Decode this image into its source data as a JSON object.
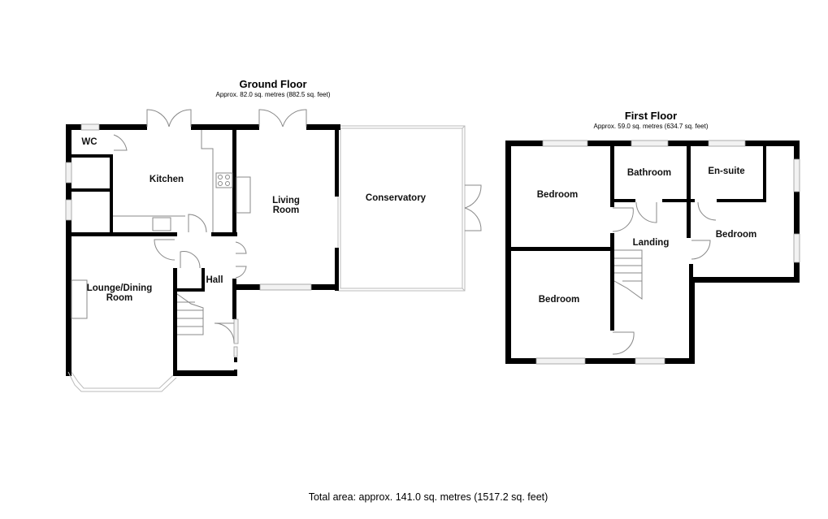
{
  "ground_floor": {
    "title": "Ground Floor",
    "area": "Approx. 82.0 sq. metres (882.5 sq. feet)",
    "rooms": {
      "wc": "WC",
      "kitchen": "Kitchen",
      "living_1": "Living",
      "living_2": "Room",
      "conservatory": "Conservatory",
      "lounge_1": "Lounge/Dining",
      "lounge_2": "Room",
      "hall": "Hall"
    }
  },
  "first_floor": {
    "title": "First Floor",
    "area": "Approx. 59.0 sq. metres (634.7 sq. feet)",
    "rooms": {
      "bedroom_1": "Bedroom",
      "bathroom": "Bathroom",
      "ensuite": "En-suite",
      "bedroom_2": "Bedroom",
      "landing": "Landing",
      "bedroom_3": "Bedroom"
    }
  },
  "total_area": "Total area: approx. 141.0 sq. metres (1517.2 sq. feet)",
  "colors": {
    "wall": "#000000",
    "window": "#f2f2f2",
    "fixture": "#888888",
    "background": "#ffffff"
  }
}
